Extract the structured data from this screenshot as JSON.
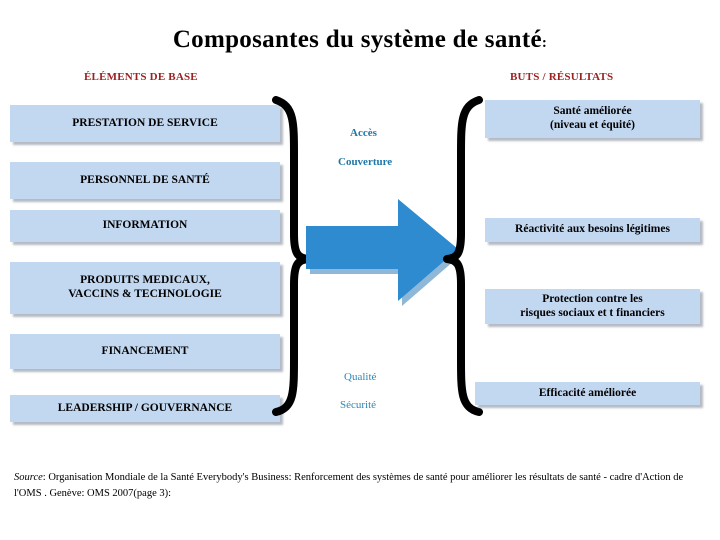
{
  "slide": {
    "title": "Composantes du système de santé",
    "title_colon": ":",
    "columns": {
      "left_header": "ÉLÉMENTS DE BASE",
      "right_header": "BUTS / RÉSULTATS"
    },
    "left_boxes": [
      {
        "label": "PRESTATION DE SERVICE"
      },
      {
        "label": "PERSONNEL DE SANTÉ"
      },
      {
        "label": "INFORMATION"
      },
      {
        "label": "PRODUITS MEDICAUX,\nVACCINS & TECHNOLOGIE"
      },
      {
        "label": "FINANCEMENT"
      },
      {
        "label": "LEADERSHIP / GOUVERNANCE"
      }
    ],
    "middle_labels": [
      {
        "label": "Accès"
      },
      {
        "label": "Couverture"
      },
      {
        "label": "Qualité"
      },
      {
        "label": "Sécurité"
      }
    ],
    "right_boxes": [
      {
        "label": "Santé améliorée\n(niveau et équité)"
      },
      {
        "label": "Réactivité aux besoins légitimes"
      },
      {
        "label": "Protection contre les\nrisques sociaux et t financiers"
      },
      {
        "label": "Efficacité améliorée"
      }
    ],
    "source": {
      "prefix": "Source",
      "text": ":  Organisation Mondiale de la Santé  Everybody's Business:  Renforcement des systèmes de santé pour améliorer les résultats de santé - cadre d'Action de l'OMS .  Genève:  OMS 2007(page 3):"
    },
    "colors": {
      "box_fill": "#C2D7F0",
      "header_red": "#9B2222",
      "middle_teal": "#1F77A8",
      "arrow_blue": "#2E8BD0",
      "arrow_blue_dark": "#2277BB",
      "brace_black": "#000000",
      "text_black": "#000000",
      "background": "#FFFFFF"
    },
    "shapes": {
      "left_brace": "closing-curly-brace",
      "right_brace": "opening-curly-brace",
      "center_arrow": "right-arrow"
    }
  }
}
